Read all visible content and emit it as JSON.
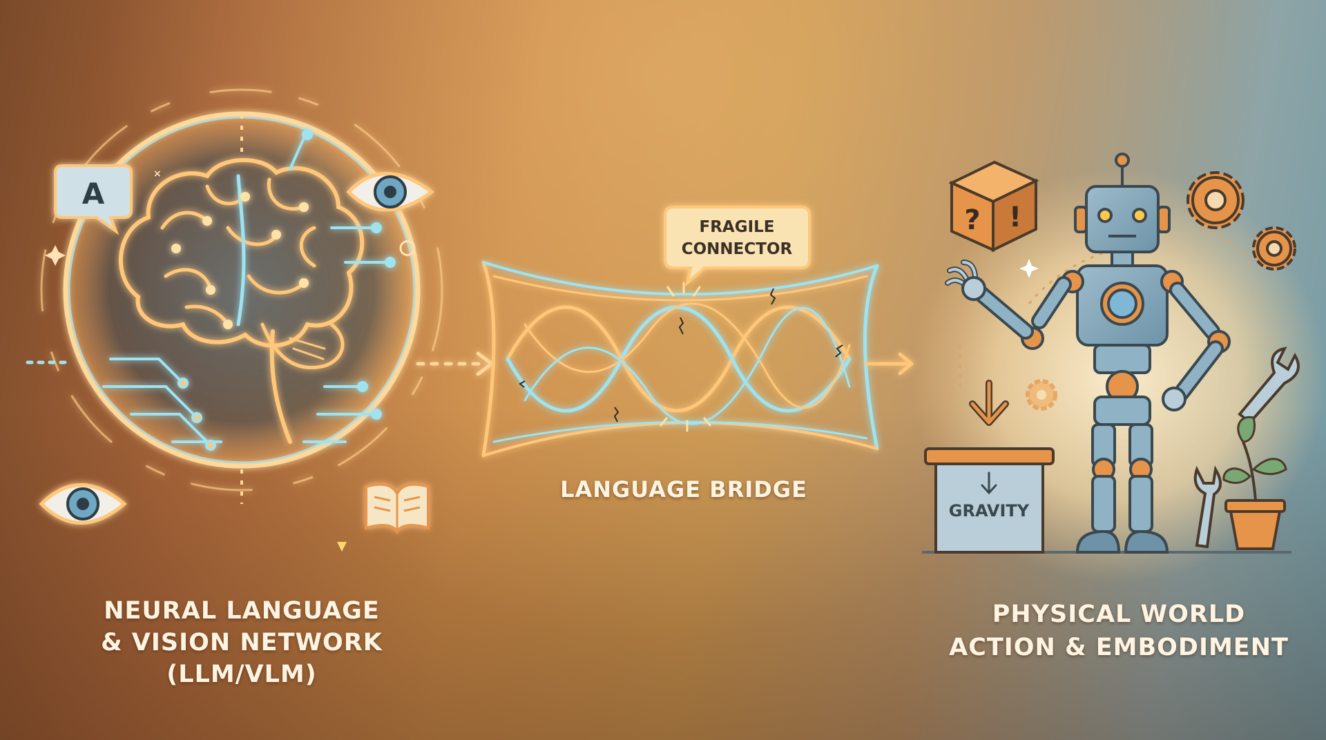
{
  "left_section": {
    "title_line1": "NEURAL LANGUAGE",
    "title_line2": "& VISION NETWORK",
    "title_line3": "(LLM/VLM)",
    "chat_bubble_letter": "A"
  },
  "middle_section": {
    "callout_line1": "FRAGILE",
    "callout_line2": "CONNECTOR",
    "title": "LANGUAGE BRIDGE"
  },
  "right_section": {
    "title_line1": "PHYSICAL WORLD",
    "title_line2": "ACTION & EMBODIMENT",
    "box_label": "GRAVITY",
    "mystery_box_marks": [
      "?",
      "!"
    ]
  },
  "icons": [
    "chat-bubble-icon",
    "eye-icon",
    "book-icon",
    "brain-icon",
    "robot-icon",
    "gear-icon",
    "wrench-icon",
    "plant-icon",
    "arrow-down-icon"
  ],
  "colors": {
    "glow_orange": "#ffc77a",
    "glow_cyan": "#9fe3f0",
    "robot_blue": "#7fa7bd",
    "joint_orange": "#e08a3c",
    "text": "#fff4e2"
  }
}
